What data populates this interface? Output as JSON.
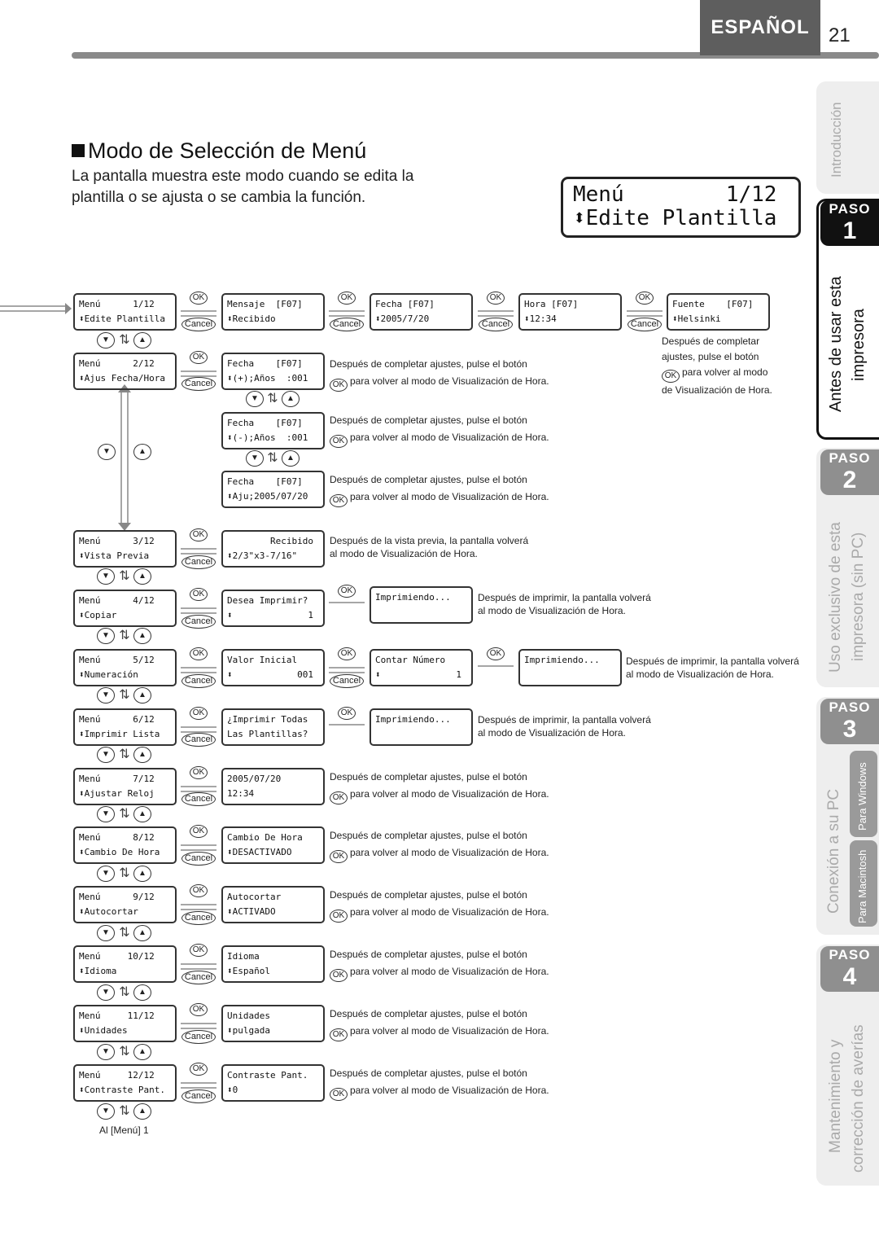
{
  "header": {
    "language": "ESPAÑOL",
    "page_number": "21"
  },
  "section": {
    "title": "Modo de Selección de Menú",
    "intro_line1": "La pantalla muestra este modo cuando se edita la",
    "intro_line2": "plantilla o se ajusta o se cambia la función."
  },
  "display": {
    "line1": "Menú        1/12",
    "line2": "⬍Edite Plantilla"
  },
  "buttons": {
    "ok": "OK",
    "cancel": "Cancel",
    "up": "▲",
    "down": "▼"
  },
  "notes": {
    "press_ok_line1": "Después de completar ajustes, pulse el botón",
    "press_ok_line2": "para volver al modo de Visualización de Hora.",
    "side_line1": "Después de completar",
    "side_line2": "ajustes, pulse el botón",
    "side_line3": "para volver al modo",
    "side_line4": "de Visualización de Hora.",
    "preview_line1": "Después de la vista previa, la pantalla volverá",
    "preview_line2": "al modo de Visualización de Hora.",
    "print_line1": "Después de imprimir, la pantalla volverá",
    "print_line2": "al modo de Visualización de Hora.",
    "footer": "Al [Menú] 1"
  },
  "screens": {
    "m1": {
      "l1": "Menú      1/12",
      "l2": "⬍Edite Plantilla"
    },
    "msg": {
      "l1": "Mensaje  [F07]",
      "l2": "⬍Recibido"
    },
    "fecha1": {
      "l1": "Fecha [F07]",
      "l2": "⬍2005/7/20"
    },
    "hora": {
      "l1": "Hora [F07]",
      "l2": "⬍12:34"
    },
    "fuente": {
      "l1": "Fuente    [F07]",
      "l2": "⬍Helsinki"
    },
    "m2": {
      "l1": "Menú      2/12",
      "l2": "⬍Ajus Fecha/Hora"
    },
    "f_plus": {
      "l1": "Fecha    [F07]",
      "l2": "⬍(+);Años  :001"
    },
    "f_minus": {
      "l1": "Fecha    [F07]",
      "l2": "⬍(-);Años  :001"
    },
    "f_aju": {
      "l1": "Fecha    [F07]",
      "l2": "⬍Aju;2005/07/20"
    },
    "m3": {
      "l1": "Menú      3/12",
      "l2": "⬍Vista Previa"
    },
    "preview": {
      "l1": "        Recibido",
      "l2": "⬍2/3\"x3-7/16\""
    },
    "m4": {
      "l1": "Menú      4/12",
      "l2": "⬍Copiar"
    },
    "desea": {
      "l1": "Desea Imprimir?",
      "l2": "⬍              1"
    },
    "imprimiendo1": {
      "l1": "Imprimiendo...",
      "l2": ""
    },
    "m5": {
      "l1": "Menú      5/12",
      "l2": "⬍Numeración"
    },
    "valor": {
      "l1": "Valor Inicial",
      "l2": "⬍            001"
    },
    "contar": {
      "l1": "Contar Número",
      "l2": "⬍              1"
    },
    "imprimiendo2": {
      "l1": "Imprimiendo...",
      "l2": ""
    },
    "m6": {
      "l1": "Menú      6/12",
      "l2": "⬍Imprimir Lista"
    },
    "todas": {
      "l1": "¿Imprimir Todas",
      "l2": "Las Plantillas?"
    },
    "imprimiendo3": {
      "l1": "Imprimiendo...",
      "l2": ""
    },
    "m7": {
      "l1": "Menú      7/12",
      "l2": "⬍Ajustar Reloj"
    },
    "reloj": {
      "l1": "2005/07/20",
      "l2": "12:34"
    },
    "m8": {
      "l1": "Menú      8/12",
      "l2": "⬍Cambio De Hora"
    },
    "cambio": {
      "l1": "Cambio De Hora",
      "l2": "⬍DESACTIVADO"
    },
    "m9": {
      "l1": "Menú      9/12",
      "l2": "⬍Autocortar"
    },
    "autocortar": {
      "l1": "Autocortar",
      "l2": "⬍ACTIVADO"
    },
    "m10": {
      "l1": "Menú     10/12",
      "l2": "⬍Idioma"
    },
    "idioma": {
      "l1": "Idioma",
      "l2": "⬍Español"
    },
    "m11": {
      "l1": "Menú     11/12",
      "l2": "⬍Unidades"
    },
    "unidades": {
      "l1": "Unidades",
      "l2": "⬍pulgada"
    },
    "m12": {
      "l1": "Menú     12/12",
      "l2": "⬍Contraste Pant."
    },
    "contraste": {
      "l1": "Contraste Pant.",
      "l2": "⬍0"
    }
  },
  "sidebar": {
    "introduccion": "Introducción",
    "paso_word": "PASO",
    "paso1": "1",
    "paso1_text1": "Antes de usar esta",
    "paso1_text2": "impresora",
    "paso2": "2",
    "paso2_text1": "Uso exclusivo de esta",
    "paso2_text2": "impresora (sin PC)",
    "paso3": "3",
    "paso3_text": "Conexión a su PC",
    "para_windows": "Para Windows",
    "para_macintosh": "Para Macintosh",
    "paso4": "4",
    "paso4_text1": "Mantenimiento y",
    "paso4_text2": "corrección de averías"
  }
}
